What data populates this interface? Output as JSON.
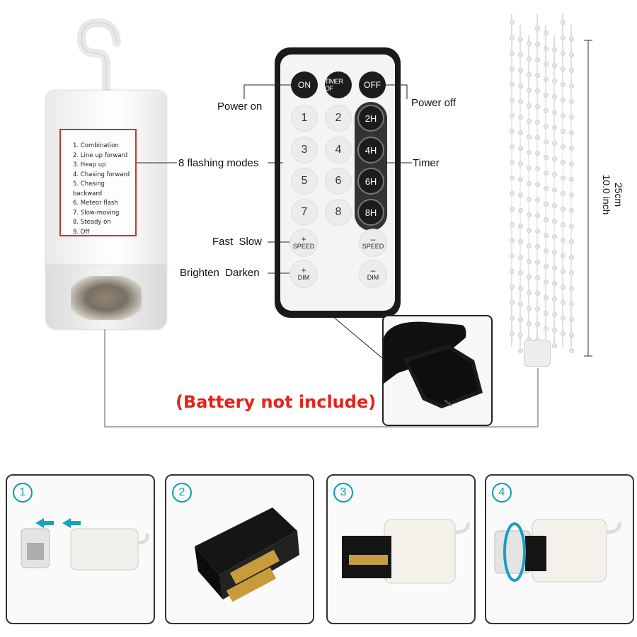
{
  "battery_box": {
    "modes": [
      "1. Combination",
      "2. Line up forward",
      "3. Heap up",
      "4. Chasing forward",
      "5. Chasing backward",
      "6. Meteor flash",
      "7. Slow-moving",
      "8. Steady on",
      "9. Off"
    ]
  },
  "remote": {
    "on_label": "ON",
    "timer_off_label": "TIMER OF",
    "off_label": "OFF",
    "numbers": [
      "1",
      "2",
      "3",
      "4",
      "5",
      "6",
      "7",
      "8"
    ],
    "timers": [
      "2H",
      "4H",
      "6H",
      "8H"
    ],
    "speed_plus": "+",
    "speed_minus": "–",
    "speed_label": "SPEED",
    "dim_plus": "+",
    "dim_minus": "–",
    "dim_label": "DIM"
  },
  "callouts": {
    "power_on": "Power on",
    "power_off": "Power off",
    "flashing_modes": "8 flashing modes",
    "timer": "Timer",
    "fast_slow": "Fast  Slow",
    "brighten_darken": "Brighten  Darken",
    "battery_note": "(Battery not include)",
    "size_cm": "25cm",
    "size_inch": "10.0 inch"
  },
  "steps": [
    "1",
    "2",
    "3",
    "4"
  ],
  "colors": {
    "note_red": "#e2231a",
    "step_teal": "#0a9bb5"
  }
}
